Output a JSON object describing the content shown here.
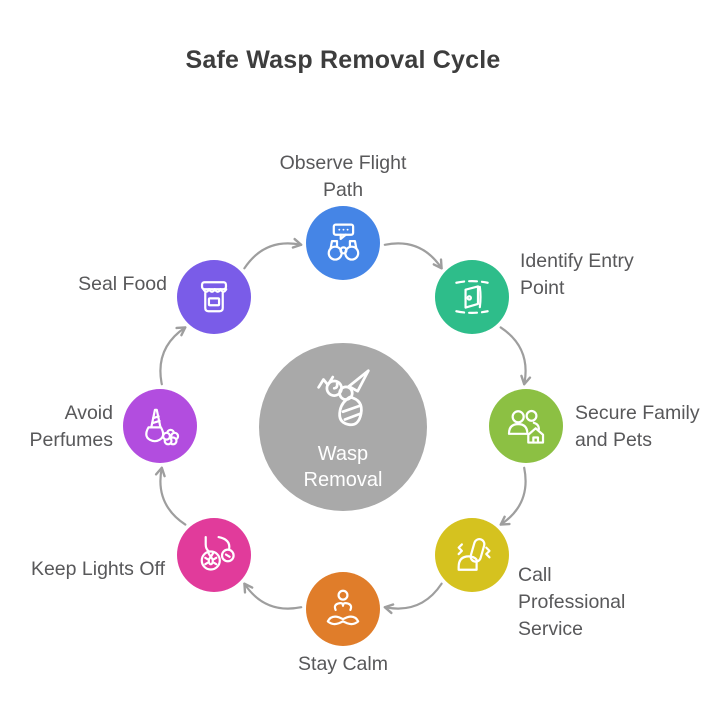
{
  "title": "Safe Wasp Removal Cycle",
  "center": {
    "label": "Wasp\nRemoval",
    "icon": "wasp-icon",
    "color": "#a9a9a9",
    "text_color": "#ffffff"
  },
  "steps": [
    {
      "label": "Observe Flight\nPath",
      "icon": "binoculars-icon",
      "color": "#4585e6"
    },
    {
      "label": "Identify Entry\nPoint",
      "icon": "entry-door-icon",
      "color": "#2ebd8a"
    },
    {
      "label": "Secure Family\nand Pets",
      "icon": "family-house-icon",
      "color": "#8cc043"
    },
    {
      "label": "Call\nProfessional\nService",
      "icon": "ringing-phone-icon",
      "color": "#d5c21f"
    },
    {
      "label": "Stay Calm",
      "icon": "meditation-icon",
      "color": "#e07d2a"
    },
    {
      "label": "Keep Lights Off",
      "icon": "hanging-bulbs-icon",
      "color": "#e13b9b"
    },
    {
      "label": "Avoid\nPerfumes",
      "icon": "perfume-flower-icon",
      "color": "#b24ddf"
    },
    {
      "label": "Seal Food",
      "icon": "sealed-jar-icon",
      "color": "#7a5ce8"
    }
  ],
  "colors": {
    "arrow": "#9e9e9e",
    "title_text": "#3d3d3d",
    "label_text": "#58585a"
  }
}
